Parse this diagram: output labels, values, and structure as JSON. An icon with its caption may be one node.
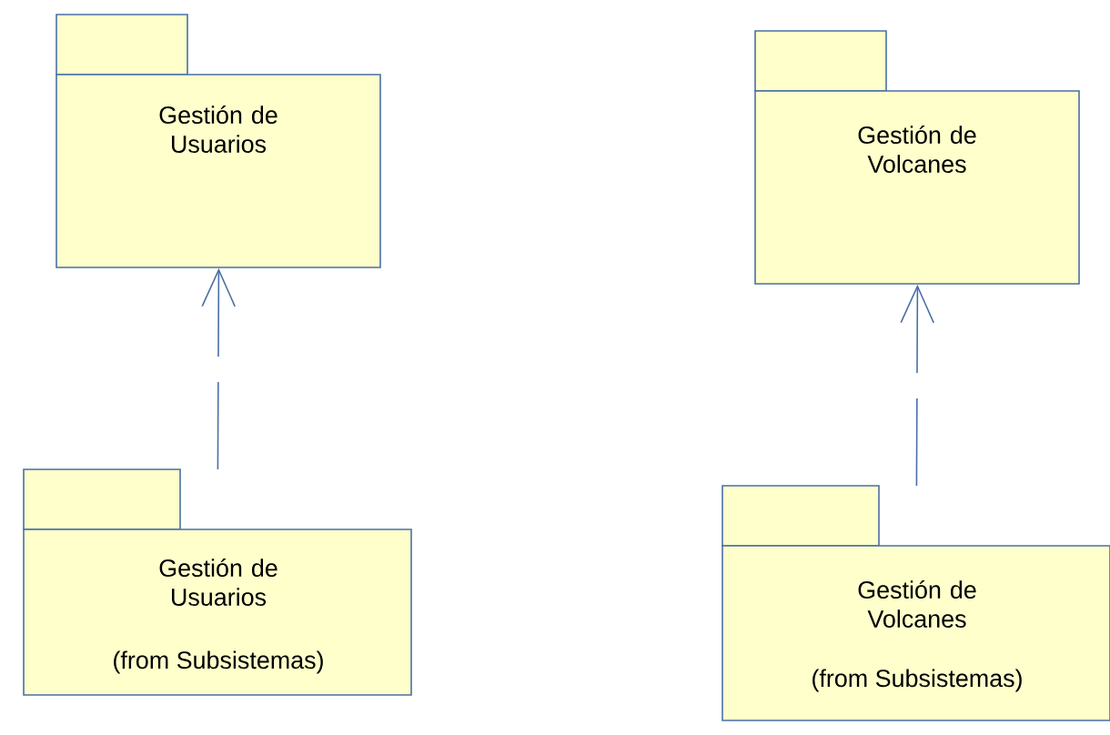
{
  "diagram": {
    "nodes": [
      {
        "text": [
          "Gestión de Usuarios"
        ]
      },
      {
        "text": [
          "Gestión de Usuarios",
          "(from Subsistemas)"
        ]
      },
      {
        "text": [
          "Gestión de Volcanes"
        ]
      },
      {
        "text": [
          "Gestión de Volcanes",
          "(from Subsistemas)"
        ]
      }
    ],
    "edges": [
      {
        "from": 1,
        "to": 0,
        "arrow": "to",
        "style": "dashed"
      },
      {
        "from": 3,
        "to": 2,
        "arrow": "to",
        "style": "dashed"
      }
    ]
  }
}
